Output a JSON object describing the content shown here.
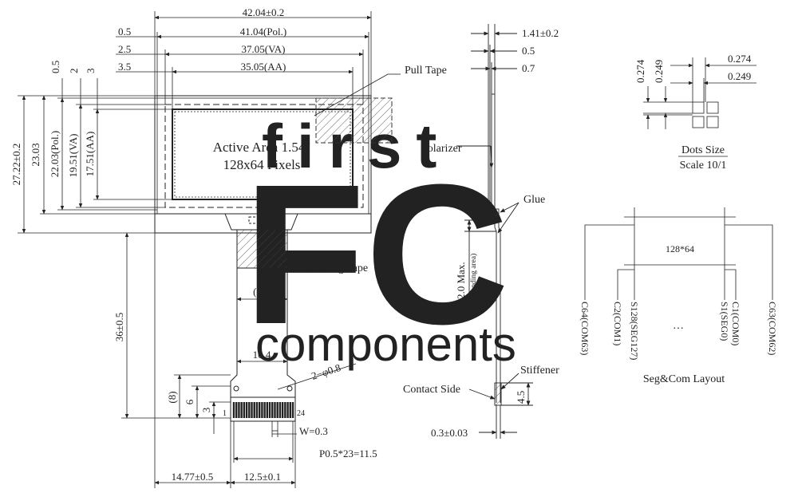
{
  "watermark": {
    "top": "first",
    "letters": "FC",
    "bottom": "components",
    "gray": "#d9d9d9",
    "blue": "#cfe0f3"
  },
  "front_view": {
    "dims_top": [
      "42.04±0.2",
      "41.04(Pol.)",
      "37.05(VA)",
      "35.05(AA)"
    ],
    "dims_top_left": [
      "0.5",
      "2.5",
      "3.5"
    ],
    "dims_left_top": [
      "0.5",
      "2",
      "3"
    ],
    "dims_left": [
      "27.22±0.2",
      "23.03",
      "22.03(Pol.)",
      "19.51(VA)",
      "17.51(AA)"
    ],
    "active_area": [
      "Active Area 1.54\"",
      "128x64 Pixels"
    ],
    "pull_tape": "Pull Tape",
    "shading_tape": "Shading Tape",
    "fpc_width_ref": "(10)",
    "fpc_tail_width": "10.4",
    "hole": "2−φ0.8",
    "fpc_length": "36±0.5",
    "dims_tail_left": [
      "(8)",
      "6",
      "3"
    ],
    "pin_first": "1",
    "pin_last": "24",
    "pin_width": "W=0.3",
    "pitch": "P0.5*23=11.5",
    "offset": "14.77±0.5",
    "tail_total": "12.5±0.1"
  },
  "side_view": {
    "dims": [
      "1.41±0.2",
      "0.5",
      "0.7"
    ],
    "polarizer": "Polarizer",
    "glue": "Glue",
    "bend": "2.0 Max.",
    "bend_note": "(Non-Bending area)",
    "stiffener": "Stiffener",
    "contact_side": "Contact Side",
    "stiffener_len": "4.5",
    "thickness": "0.3±0.03"
  },
  "dots": {
    "h_dims": [
      "0.274",
      "0.249"
    ],
    "v_dims": [
      "0.274",
      "0.249"
    ],
    "title": "Dots Size",
    "scale": "Scale 10/1"
  },
  "segcom": {
    "matrix": "128*64",
    "labels": [
      "C64(COM63)",
      "C2(COM1)",
      "S128(SEG127)",
      "S1(SEG0)",
      "C1(COM0)",
      "C63(COM62)"
    ],
    "ellipsis": "…",
    "title": "Seg&Com Layout"
  }
}
